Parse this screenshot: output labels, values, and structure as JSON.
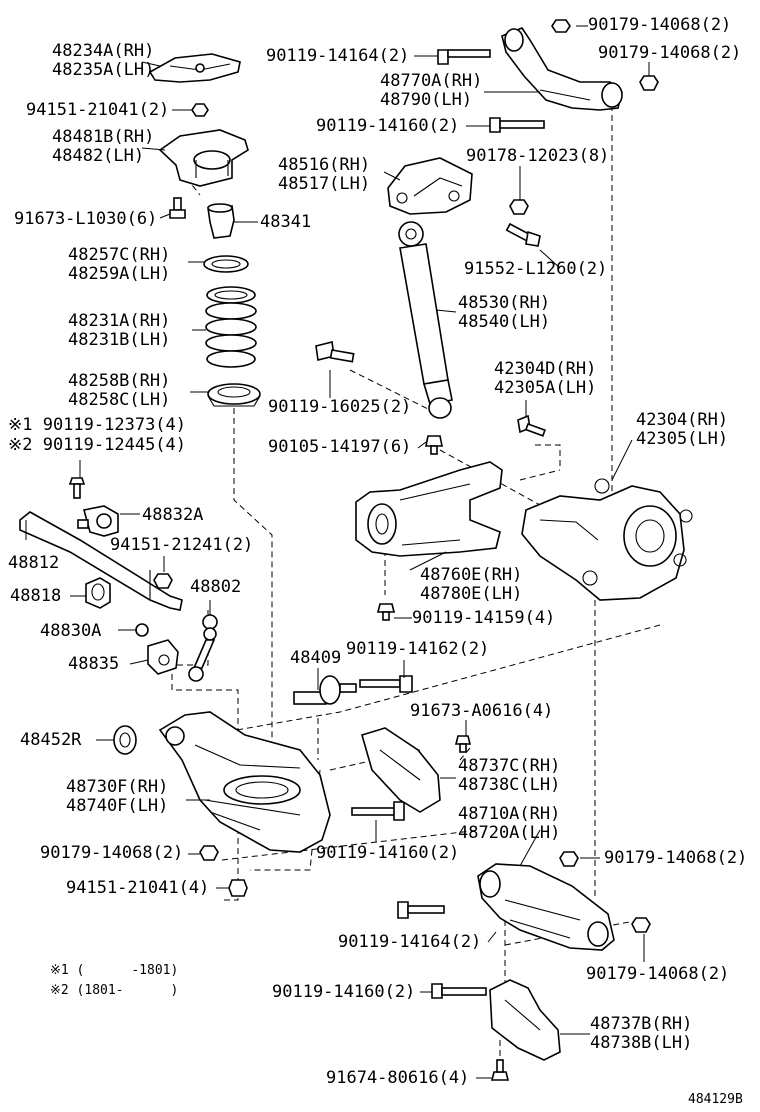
{
  "title": "",
  "labels": {
    "l48234A": "48234A(RH)",
    "l48235A": "48235A(LH)",
    "l94151_21041a": "94151-21041(2)",
    "l48481B": "48481B(RH)",
    "l48482": "48482(LH)",
    "l91673_L1030": "91673-L1030(6)",
    "l48341": "48341",
    "l48257C": "48257C(RH)",
    "l48259A": "48259A(LH)",
    "l48231A": "48231A(RH)",
    "l48231B": "48231B(LH)",
    "l48258B": "48258B(RH)",
    "l48258C": "48258C(LH)",
    "l90119_12373": "※1 90119-12373(4)",
    "l90119_12445": "※2 90119-12445(4)",
    "l48832A": "48832A",
    "l48812": "48812",
    "l94151_21241": "94151-21241(2)",
    "l48818": "48818",
    "l48802": "48802",
    "l48830A": "48830A",
    "l48835": "48835",
    "l48409": "48409",
    "l90119_14162": "90119-14162(2)",
    "l48452R": "48452R",
    "l91673_A0616": "91673-A0616(4)",
    "l48730F": "48730F(RH)",
    "l48740F": "48740F(LH)",
    "l48737C": "48737C(RH)",
    "l48738C": "48738C(LH)",
    "l48710A": "48710A(RH)",
    "l48720A": "48720A(LH)",
    "l90179_14068a": "90179-14068(2)",
    "l90119_14160a": "90119-14160(2)",
    "l90179_14068b": "90179-14068(2)",
    "l94151_21041b": "94151-21041(4)",
    "l90119_14164a": "90119-14164(2)",
    "l90179_14068c": "90179-14068(2)",
    "l90119_14160b": "90119-14160(2)",
    "l48737B": "48737B(RH)",
    "l48738B": "48738B(LH)",
    "l91674_80616": "91674-80616(4)",
    "l90179_14068d": "90179-14068(2)",
    "l90119_14164b": "90119-14164(2)",
    "l90179_14068e": "90179-14068(2)",
    "l48770A": "48770A(RH)",
    "l48790": "48790(LH)",
    "l90119_14160c": "90119-14160(2)",
    "l48516": "48516(RH)",
    "l48517": "48517(LH)",
    "l90178_12023": "90178-12023(8)",
    "l91552_L1260": "91552-L1260(2)",
    "l48530": "48530(RH)",
    "l48540": "48540(LH)",
    "l90119_16025": "90119-16025(2)",
    "l42304D": "42304D(RH)",
    "l42305A": "42305A(LH)",
    "l42304": "42304(RH)",
    "l42305": "42305(LH)",
    "l90105_14197": "90105-14197(6)",
    "l48760E": "48760E(RH)",
    "l48780E": "48780E(LH)",
    "l90119_14159": "90119-14159(4)",
    "note1": "※1 (      -1801)",
    "note2": "※2 (1801-      )",
    "diagram_code": "484129B"
  }
}
